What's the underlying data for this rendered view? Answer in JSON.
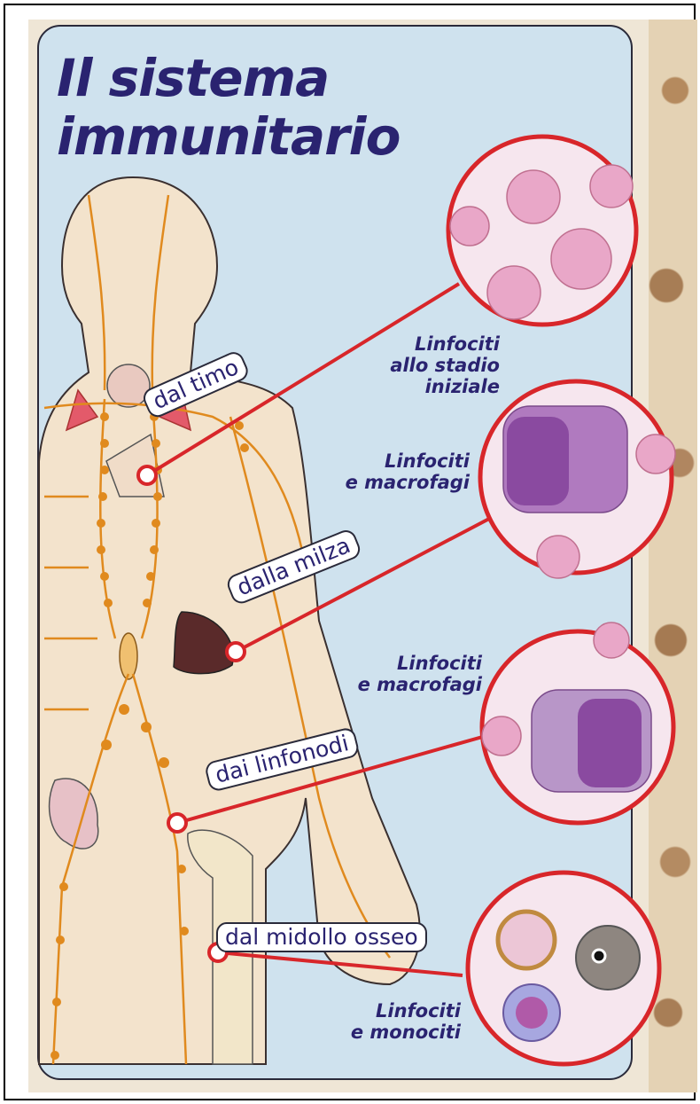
{
  "title": {
    "line1": "Il sistema",
    "line2": "immunitario"
  },
  "sources": [
    {
      "label": "dal timo"
    },
    {
      "label": "dalla milza"
    },
    {
      "label": "dai linfonodi"
    },
    {
      "label": "dal midollo osseo"
    }
  ],
  "captions": [
    {
      "line1": "Linfociti",
      "line2": "allo stadio",
      "line3": "iniziale"
    },
    {
      "line1": "Linfociti",
      "line2": "e macrofagi"
    },
    {
      "line1": "Linfociti",
      "line2": "e macrofagi"
    },
    {
      "line1": "Linfociti",
      "line2": "e monociti"
    }
  ],
  "colors": {
    "panel": "#cfe2ee",
    "title": "#2a2370",
    "lymph": "#e08a1e",
    "connector": "#d8262a",
    "skin": "#f3e3cc"
  }
}
